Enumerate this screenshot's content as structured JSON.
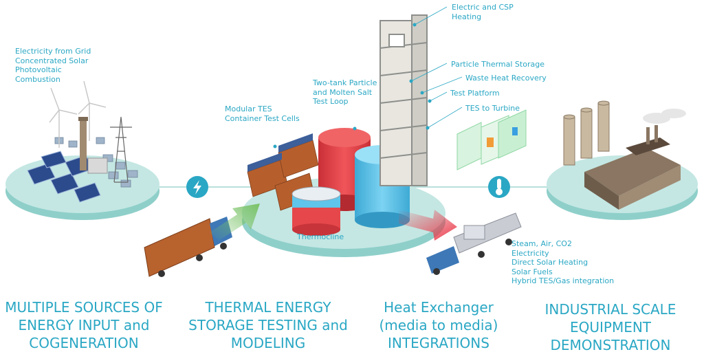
{
  "inputs_label": [
    "Electricity from Grid",
    "Concentrated Solar",
    "Photovoltaic",
    "Combustion"
  ],
  "modular_label": [
    "Modular TES",
    "Container Test Cells"
  ],
  "twotank_label": [
    "Two-tank Particle",
    "and Molten Salt",
    "Test Loop"
  ],
  "thermocline_label": "Thermocline",
  "tower_labels": {
    "electric": [
      "Electric and CSP",
      "Heating"
    ],
    "particle": "Particle Thermal Storage",
    "waste": "Waste Heat Recovery",
    "platform": "Test Platform",
    "turbine": "TES to Turbine"
  },
  "outputs_label": [
    "Steam, Air, CO2",
    "Electricity",
    "Direct Solar Heating",
    "Solar Fuels",
    "Hybrid TES/Gas integration"
  ],
  "headings": {
    "sources": [
      "MULTIPLE SOURCES OF",
      "ENERGY INPUT and",
      "COGENERATION"
    ],
    "storage": [
      "THERMAL ENERGY",
      "STORAGE TESTING and",
      "MODELING"
    ],
    "exchanger": [
      "Heat Exchanger",
      "(media to media)",
      "INTEGRATIONS"
    ],
    "industrial": [
      "INDUSTRIAL SCALE",
      "EQUIPMENT",
      "DEMONSTRATION"
    ]
  },
  "icons": [
    "lightning-icon",
    "thermometer-icon"
  ],
  "colors": {
    "accent": "#2aa7c4",
    "platform": "#b9e0dc",
    "red_tank": "#e5474b",
    "blue_tank": "#5fc5ea",
    "arrow_green": "#79c267",
    "arrow_red": "#e83a4a"
  }
}
